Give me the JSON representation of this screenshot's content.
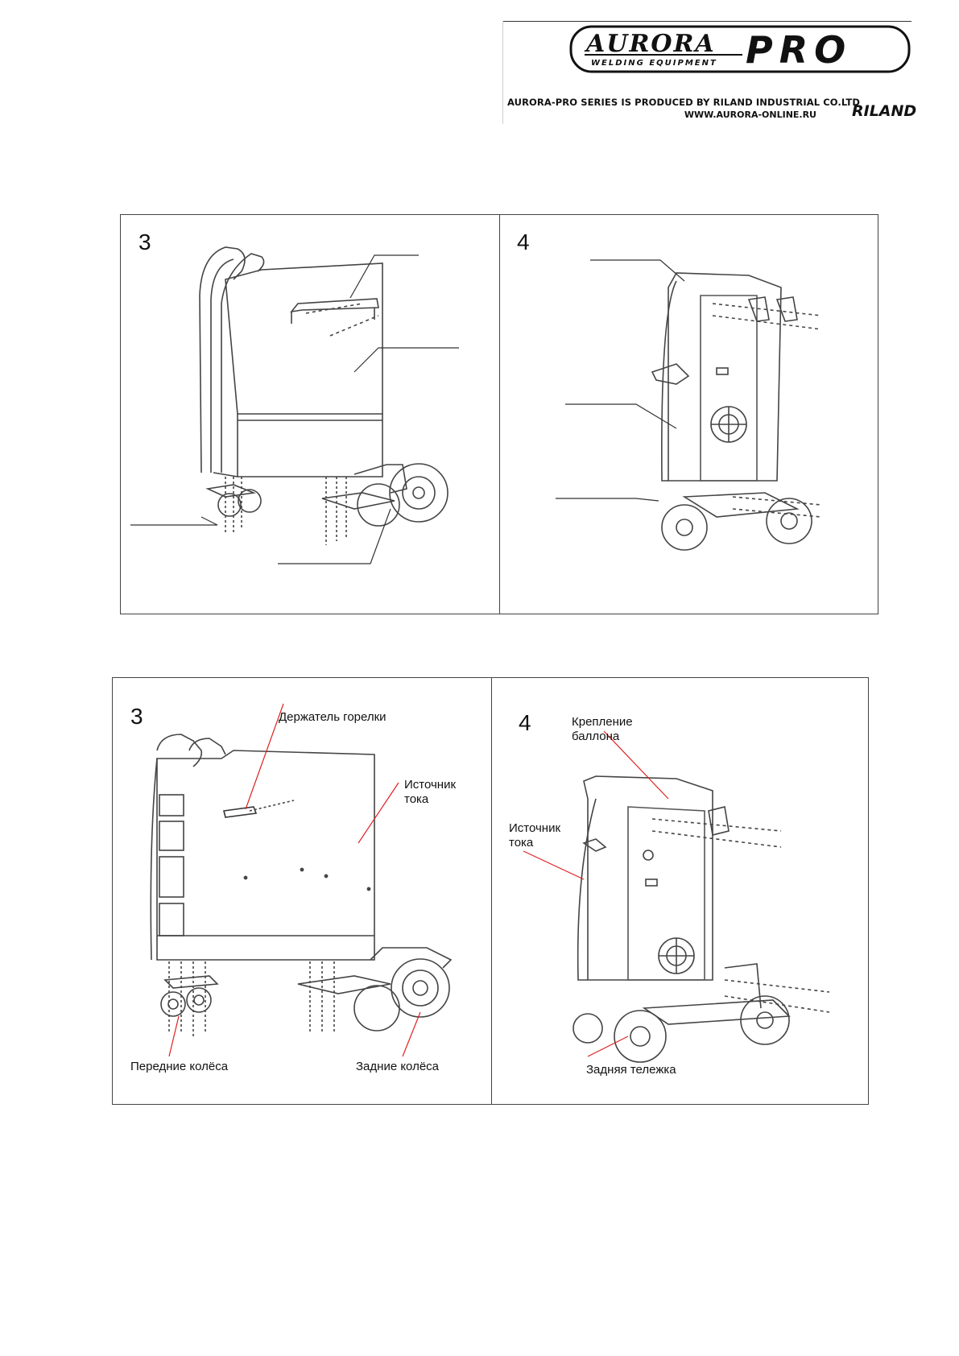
{
  "header": {
    "logo_word": "AURORA",
    "logo_sub": "WELDING EQUIPMENT",
    "logo_pro": "PRO",
    "tagline": "AURORA-PRO SERIES IS PRODUCED BY RILAND INDUSTRIAL CO.LTD",
    "website": "WWW.AURORA-ONLINE.RU",
    "brand": "RILAND"
  },
  "figure_top": {
    "panel_left_number": "3",
    "panel_right_number": "4"
  },
  "figure_bottom": {
    "panel_left_number": "3",
    "panel_right_number": "4",
    "left_labels": {
      "torch_holder": "Держатель горелки",
      "power_source_line1": "Источник",
      "power_source_line2": "тока",
      "front_wheels": "Передние колёса",
      "rear_wheels": "Задние колёса"
    },
    "right_labels": {
      "cylinder_mount_line1": "Крепление",
      "cylinder_mount_line2": "баллона",
      "power_source_line1": "Источник",
      "power_source_line2": "тока",
      "rear_trolley": "Задняя тележка"
    }
  },
  "colors": {
    "leader_top": "#333333",
    "leader_bottom": "#e02020",
    "line_art": "#444444"
  }
}
